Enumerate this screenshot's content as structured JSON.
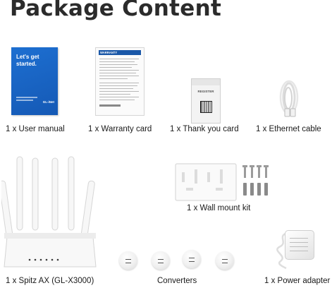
{
  "page": {
    "title": "Package Content"
  },
  "items": [
    {
      "caption": "1 x User manual"
    },
    {
      "caption": "1 x Warranty card"
    },
    {
      "caption": "1 x Thank you card"
    },
    {
      "caption": "1 x Ethernet cable"
    },
    {
      "caption": "1 x Wall mount kit"
    },
    {
      "caption": "1 x Spitz AX (GL-X3000)"
    },
    {
      "caption": "Converters"
    },
    {
      "caption": "1 x Power adapter"
    }
  ],
  "manual": {
    "cover_text": "Let's get started.",
    "brand": "GL-iNet"
  },
  "warranty_card": {
    "header": "WARRANTY"
  },
  "thank_you_card": {
    "text": "REGISTER"
  },
  "colors": {
    "manual_blue": "#1a63c4",
    "warranty_header_blue": "#1b58a8",
    "text": "#222222"
  }
}
